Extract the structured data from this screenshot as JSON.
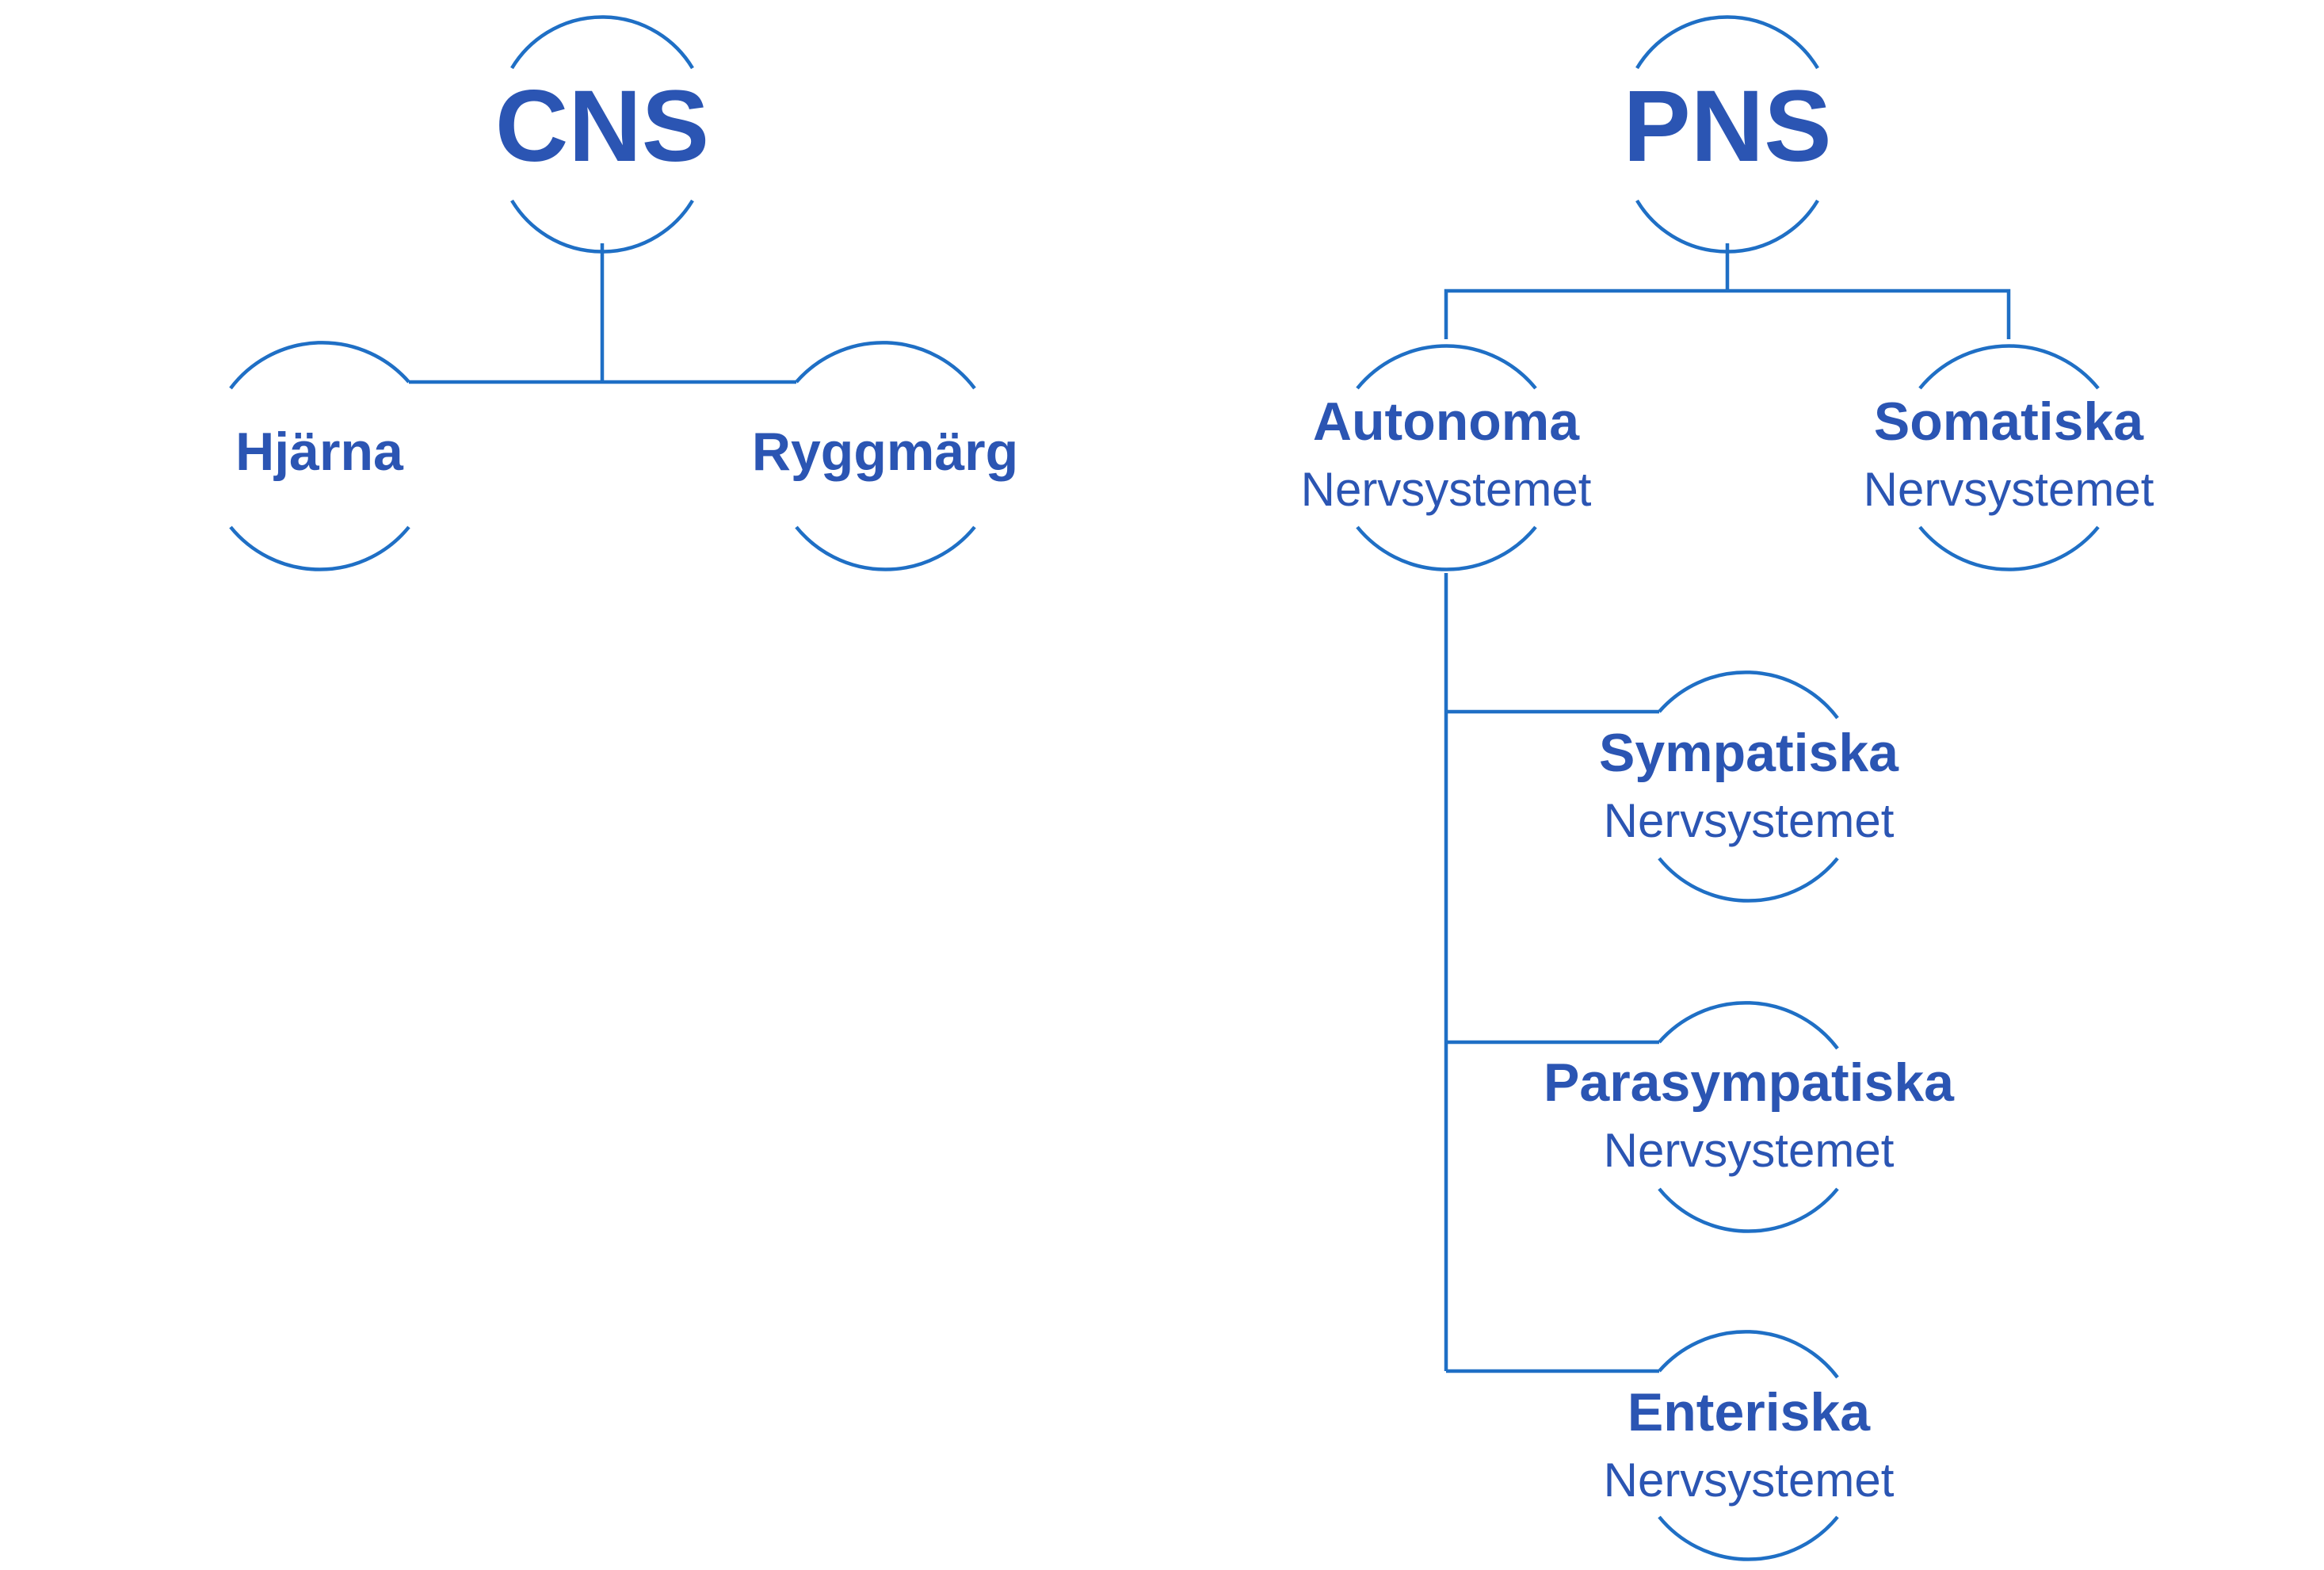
{
  "colors": {
    "line": "#1f6fc5",
    "text": "#2b55b3",
    "background": "#ffffff"
  },
  "nodes": {
    "cns": {
      "title": "CNS"
    },
    "hjarna": {
      "title": "Hjärna"
    },
    "ryggmarg": {
      "title": "Ryggmärg"
    },
    "pns": {
      "title": "PNS"
    },
    "autonoma": {
      "title": "Autonoma",
      "subtitle": "Nervsystemet"
    },
    "somatiska": {
      "title": "Somatiska",
      "subtitle": "Nervsystemet"
    },
    "sympatiska": {
      "title": "Sympatiska",
      "subtitle": "Nervsystemet"
    },
    "parasympatiska": {
      "title": "Parasympatiska",
      "subtitle": "Nervsystemet"
    },
    "enteriska": {
      "title": "Enteriska",
      "subtitle": "Nervsystemet"
    }
  }
}
